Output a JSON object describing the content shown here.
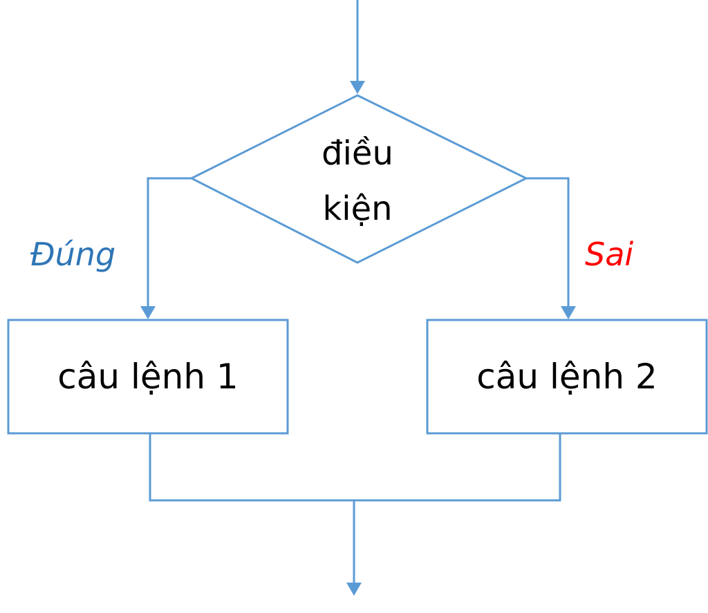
{
  "colors": {
    "line": "#5b9bd5",
    "text": "#000000",
    "true_label": "#2e75b6",
    "false_label": "#ff0000",
    "background": "#ffffff"
  },
  "decision": {
    "line1": "điều",
    "line2": "kiện"
  },
  "branches": {
    "true_label": "Đúng",
    "false_label": "Sai"
  },
  "statements": {
    "statement1": "câu lệnh 1",
    "statement2": "câu lệnh 2"
  }
}
